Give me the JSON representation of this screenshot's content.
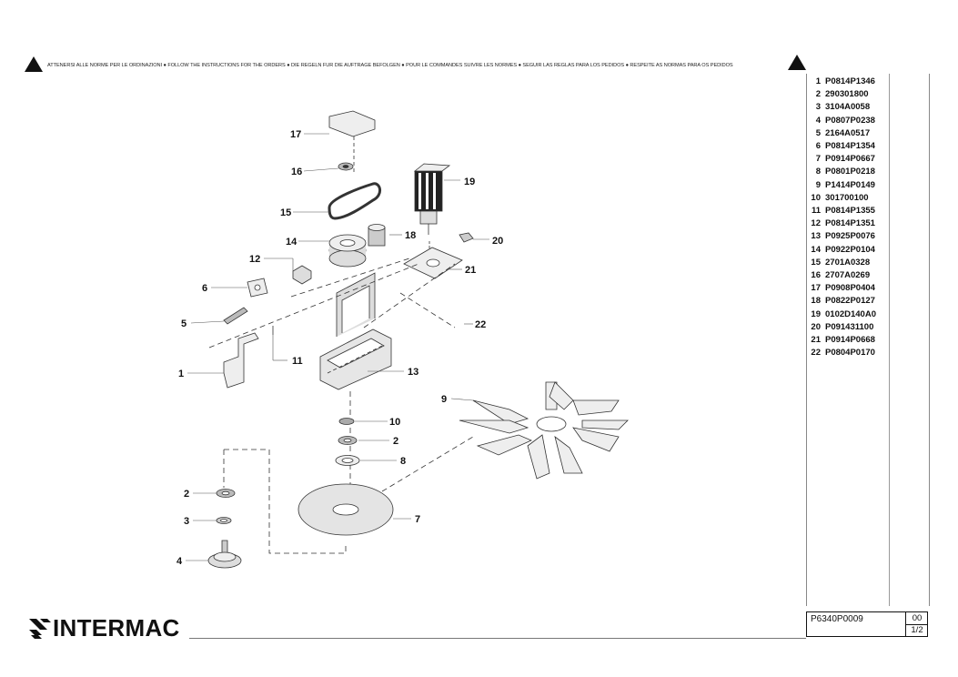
{
  "header": {
    "instructions": "ATTENERSI ALLE NORME PER LE ORDINAZIONI ● FOLLOW THE INSTRUCTIONS FOR THE ORDERS ● DIE REGELN FUR DIE AUFTRAGE BEFOLGEN ● POUR LE COMMANDES SUIVRE LES NORMES ● SEGUIR LAS REGLAS PARA LOS PEDIDOS ● RESPEITE AS NORMAS PARA OS PEDIDOS"
  },
  "parts_list": [
    {
      "num": "1",
      "code": "P0814P1346"
    },
    {
      "num": "2",
      "code": "290301800"
    },
    {
      "num": "3",
      "code": "3104A0058"
    },
    {
      "num": "4",
      "code": "P0807P0238"
    },
    {
      "num": "5",
      "code": "2164A0517"
    },
    {
      "num": "6",
      "code": "P0814P1354"
    },
    {
      "num": "7",
      "code": "P0914P0667"
    },
    {
      "num": "8",
      "code": "P0801P0218"
    },
    {
      "num": "9",
      "code": "P1414P0149"
    },
    {
      "num": "10",
      "code": "301700100"
    },
    {
      "num": "11",
      "code": "P0814P1355"
    },
    {
      "num": "12",
      "code": "P0814P1351"
    },
    {
      "num": "13",
      "code": "P0925P0076"
    },
    {
      "num": "14",
      "code": "P0922P0104"
    },
    {
      "num": "15",
      "code": "2701A0328"
    },
    {
      "num": "16",
      "code": "2707A0269"
    },
    {
      "num": "17",
      "code": "P0908P0404"
    },
    {
      "num": "18",
      "code": "P0822P0127"
    },
    {
      "num": "19",
      "code": "0102D140A0"
    },
    {
      "num": "20",
      "code": "P091431100"
    },
    {
      "num": "21",
      "code": "P0914P0668"
    },
    {
      "num": "22",
      "code": "P0804P0170"
    }
  ],
  "callouts": [
    "17",
    "16",
    "15",
    "14",
    "12",
    "6",
    "5",
    "1",
    "11",
    "13",
    "18",
    "19",
    "20",
    "21",
    "22",
    "9",
    "10",
    "2",
    "8",
    "2",
    "3",
    "4",
    "7"
  ],
  "brand": {
    "name": "INTERMAC"
  },
  "title_block": {
    "drawing_code": "P6340P0009",
    "revision": "00",
    "sheet": "1/2"
  }
}
